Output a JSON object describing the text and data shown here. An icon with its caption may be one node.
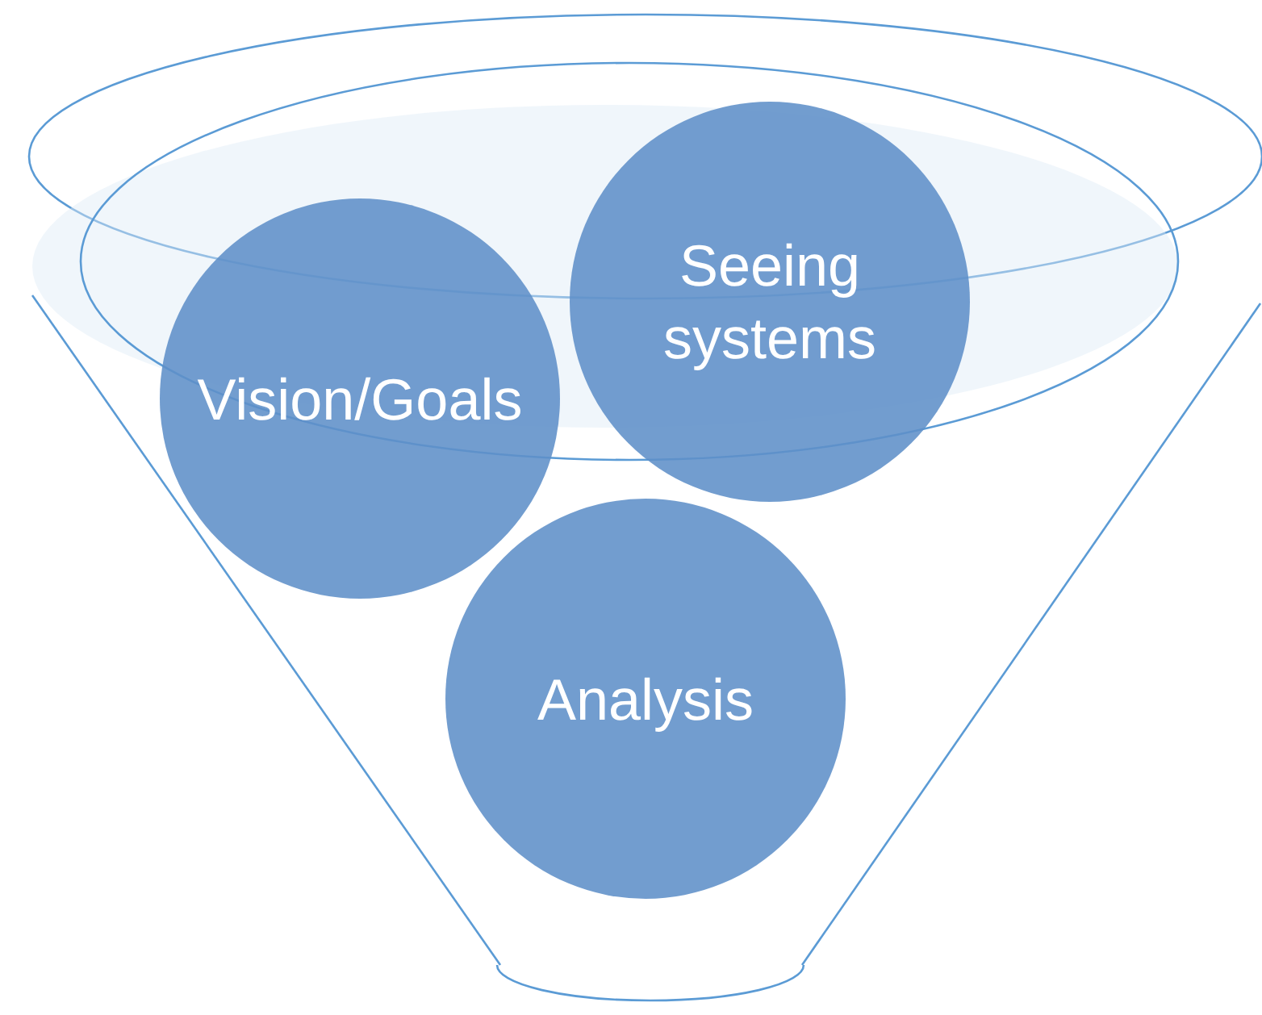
{
  "diagram": {
    "nodes": [
      {
        "text": [
          "Vision/Goals"
        ]
      },
      {
        "text": [
          "Seeing systems"
        ]
      },
      {
        "text": [
          "Analysis"
        ]
      }
    ]
  }
}
